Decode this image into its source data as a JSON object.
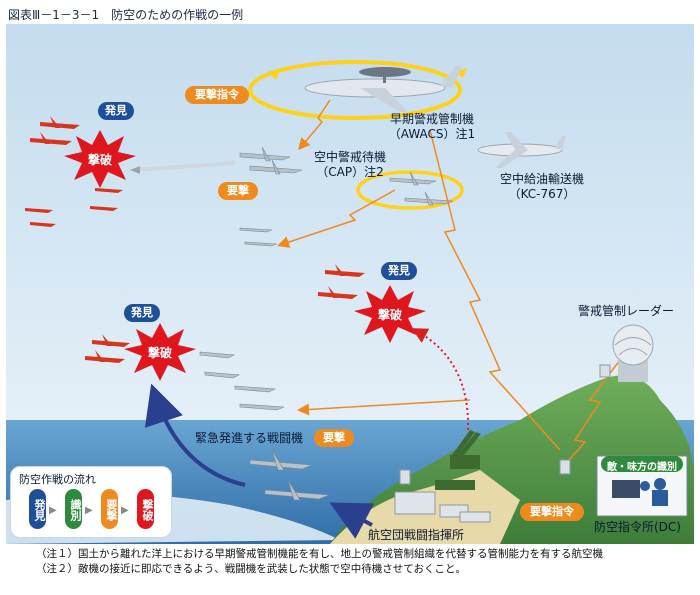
{
  "title": "図表Ⅲ－1－3－1　防空のための作戦の一例",
  "labels": {
    "awacs": "早期警戒管制機",
    "awacs_sub": "（AWACS）注1",
    "cap": "空中警戒待機",
    "cap_sub": "（CAP）注2",
    "tanker": "空中給油輸送機",
    "tanker_sub": "（KC-767）",
    "radar": "警戒管制レーダー",
    "scramble": "緊急発進する戦闘機",
    "air_defense_command": "航空団戦闘指揮所",
    "dc": "防空指令所(DC)",
    "identify": "敵・味方の識別"
  },
  "pills": {
    "intercept_order_top": "要撃指令",
    "intercept_cap": "要撃",
    "intercept_scramble": "要撃",
    "intercept_order_bottom": "要撃指令",
    "detect_1": "発見",
    "detect_2": "発見",
    "detect_3": "発見"
  },
  "bursts": {
    "b1": "撃破",
    "b2": "撃破",
    "b3": "撃破"
  },
  "flow": {
    "title": "防空作戦の流れ",
    "steps": [
      "発見",
      "識別",
      "要撃",
      "撃破"
    ]
  },
  "notes": [
    "（注１）国土から離れた洋上における早期警戒管制機能を有し、地上の警戒管制組織を代替する管制能力を有する航空機",
    "（注２）敵機の接近に即応できるよう、戦闘機を武装した状態で空中待機させておくこと。"
  ],
  "colors": {
    "sky": "#dcebf6",
    "sea": "#4f90c4",
    "orange": "#ef8a1e",
    "blue": "#1e4f9a",
    "burst": "#e0161e",
    "enemy": "#d9341c",
    "green": "#2f8a3e",
    "flow_detect": "#1e4f9a",
    "flow_identify": "#2f8a3e",
    "flow_intercept": "#ef8a1e",
    "flow_destroy": "#e0161e"
  }
}
